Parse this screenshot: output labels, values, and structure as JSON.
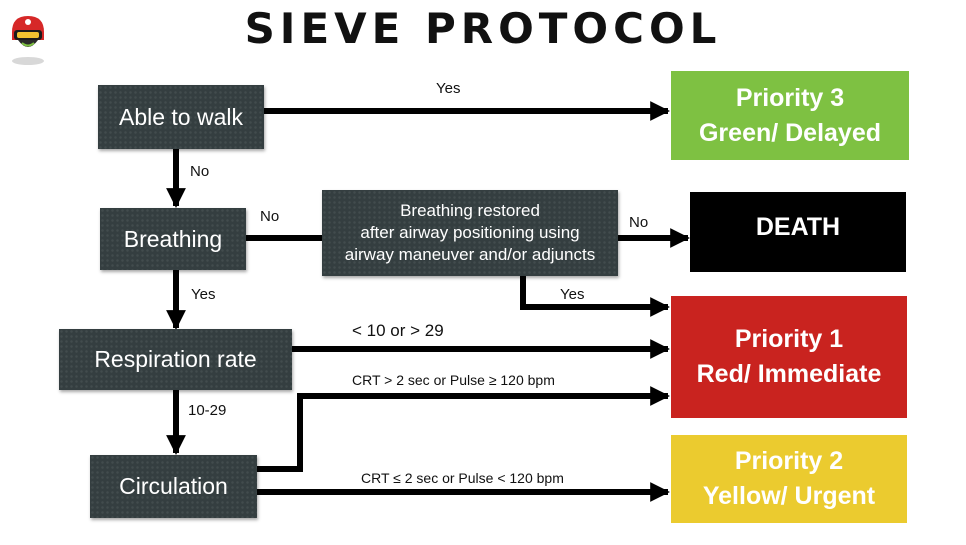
{
  "title": "SIEVE PROTOCOL",
  "logo_icon": "rescue-helmet-logo",
  "steps": {
    "walk": "Able to walk",
    "breathing": "Breathing",
    "airway": [
      "Breathing restored",
      "after airway positioning using",
      "airway maneuver and/or adjuncts"
    ],
    "respiration": "Respiration rate",
    "circulation": "Circulation"
  },
  "outcomes": {
    "priority3": {
      "line1": "Priority 3",
      "line2": "Green/ Delayed",
      "color": "#7ec142"
    },
    "death": {
      "line1": "DEATH",
      "color": "#000000"
    },
    "priority1": {
      "line1": "Priority 1",
      "line2": "Red/ Immediate",
      "color": "#c9231f"
    },
    "priority2": {
      "line1": "Priority 2",
      "line2": "Yellow/ Urgent",
      "color": "#ebcb2f"
    }
  },
  "edge_labels": {
    "walk_yes": "Yes",
    "walk_no": "No",
    "breathing_no": "No",
    "breathing_yes": "Yes",
    "airway_no": "No",
    "airway_yes": "Yes",
    "resp_out_of_range": "< 10 or > 29",
    "resp_normal": "10-29",
    "circ_delayed": "CRT > 2 sec or Pulse ≥ 120 bpm",
    "circ_normal": "CRT ≤ 2 sec or Pulse < 120 bpm"
  },
  "colors": {
    "node_bg": "#343e40",
    "arrow": "#000000"
  }
}
